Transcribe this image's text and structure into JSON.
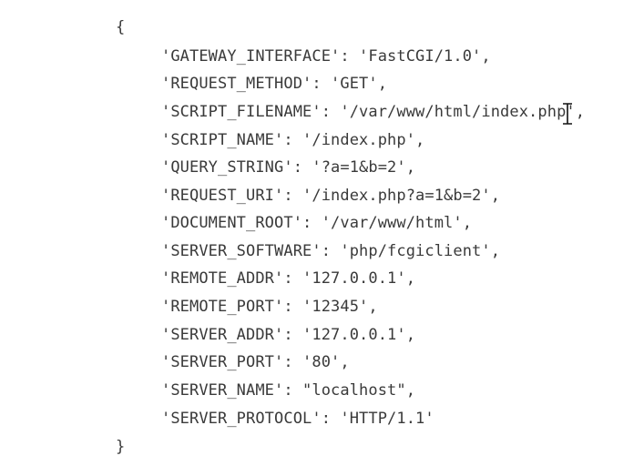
{
  "code": {
    "open_brace": "{",
    "close_brace": "}",
    "entries": [
      "'GATEWAY_INTERFACE': 'FastCGI/1.0',",
      "'REQUEST_METHOD': 'GET',",
      "'SCRIPT_FILENAME': '/var/www/html/index.php',",
      "'SCRIPT_NAME': '/index.php',",
      "'QUERY_STRING': '?a=1&b=2',",
      "'REQUEST_URI': '/index.php?a=1&b=2',",
      "'DOCUMENT_ROOT': '/var/www/html',",
      "'SERVER_SOFTWARE': 'php/fcgiclient',",
      "'REMOTE_ADDR': '127.0.0.1',",
      "'REMOTE_PORT': '12345',",
      "'SERVER_ADDR': '127.0.0.1',",
      "'SERVER_PORT': '80',",
      "'SERVER_NAME': \"localhost\",",
      "'SERVER_PROTOCOL': 'HTTP/1.1'"
    ]
  },
  "cursor_icon": "text-cursor-icon",
  "colors": {
    "text": "#3a3a3a",
    "background": "#ffffff"
  }
}
